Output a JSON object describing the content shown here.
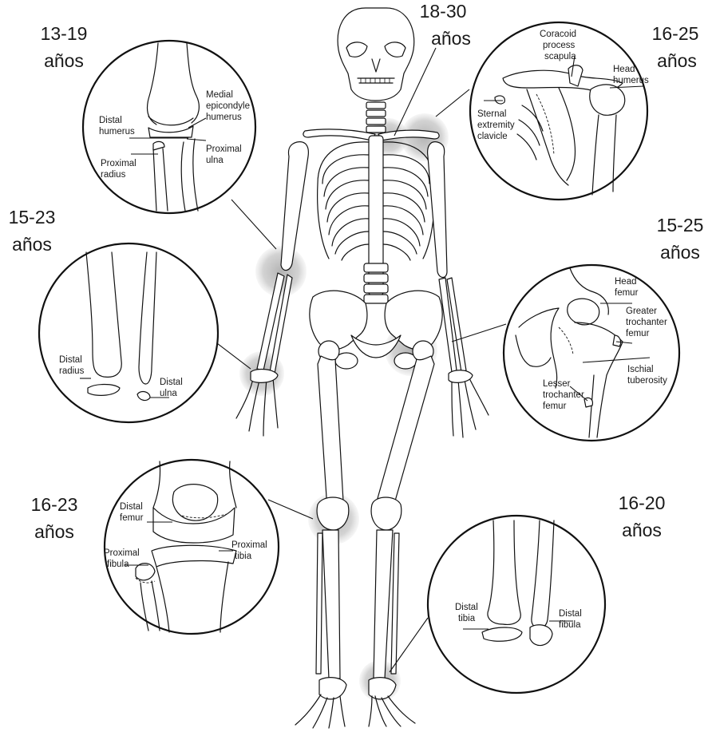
{
  "insets": {
    "elbow": {
      "age_top": "13-19",
      "age_bottom": "años",
      "labels": {
        "medial_epicondyle_1": "Medial",
        "medial_epicondyle_2": "epicondyle",
        "medial_epicondyle_3": "humerus",
        "distal_humerus_1": "Distal",
        "distal_humerus_2": "humerus",
        "proximal_ulna_1": "Proximal",
        "proximal_ulna_2": "ulna",
        "proximal_radius_1": "Proximal",
        "proximal_radius_2": "radius"
      }
    },
    "clavicle": {
      "age_top": "18-30",
      "age_bottom": "años"
    },
    "shoulder": {
      "age_top": "16-25",
      "age_bottom": "años",
      "labels": {
        "coracoid_1": "Coracoid",
        "coracoid_2": "process",
        "coracoid_3": "scapula",
        "head_humerus_1": "Head",
        "head_humerus_2": "humerus",
        "sternal_1": "Sternal",
        "sternal_2": "extremity",
        "sternal_3": "clavicle"
      }
    },
    "wrist": {
      "age_top": "15-23",
      "age_bottom": "años",
      "labels": {
        "distal_radius_1": "Distal",
        "distal_radius_2": "radius",
        "distal_ulna_1": "Distal",
        "distal_ulna_2": "ulna"
      }
    },
    "hip": {
      "age_top": "15-25",
      "age_bottom": "años",
      "labels": {
        "head_femur_1": "Head",
        "head_femur_2": "femur",
        "greater_trochanter_1": "Greater",
        "greater_trochanter_2": "trochanter",
        "greater_trochanter_3": "femur",
        "ischial_1": "Ischial",
        "ischial_2": "tuberosity",
        "lesser_trochanter_1": "Lesser",
        "lesser_trochanter_2": "trochanter",
        "lesser_trochanter_3": "femur"
      }
    },
    "knee": {
      "age_top": "16-23",
      "age_bottom": "años",
      "labels": {
        "distal_femur_1": "Distal",
        "distal_femur_2": "femur",
        "proximal_tibia_1": "Proximal",
        "proximal_tibia_2": "tibia",
        "proximal_fibula_1": "Proximal",
        "proximal_fibula_2": "fibula"
      }
    },
    "ankle": {
      "age_top": "16-20",
      "age_bottom": "años",
      "labels": {
        "distal_tibia_1": "Distal",
        "distal_tibia_2": "tibia",
        "distal_fibula_1": "Distal",
        "distal_fibula_2": "fibula"
      }
    }
  }
}
